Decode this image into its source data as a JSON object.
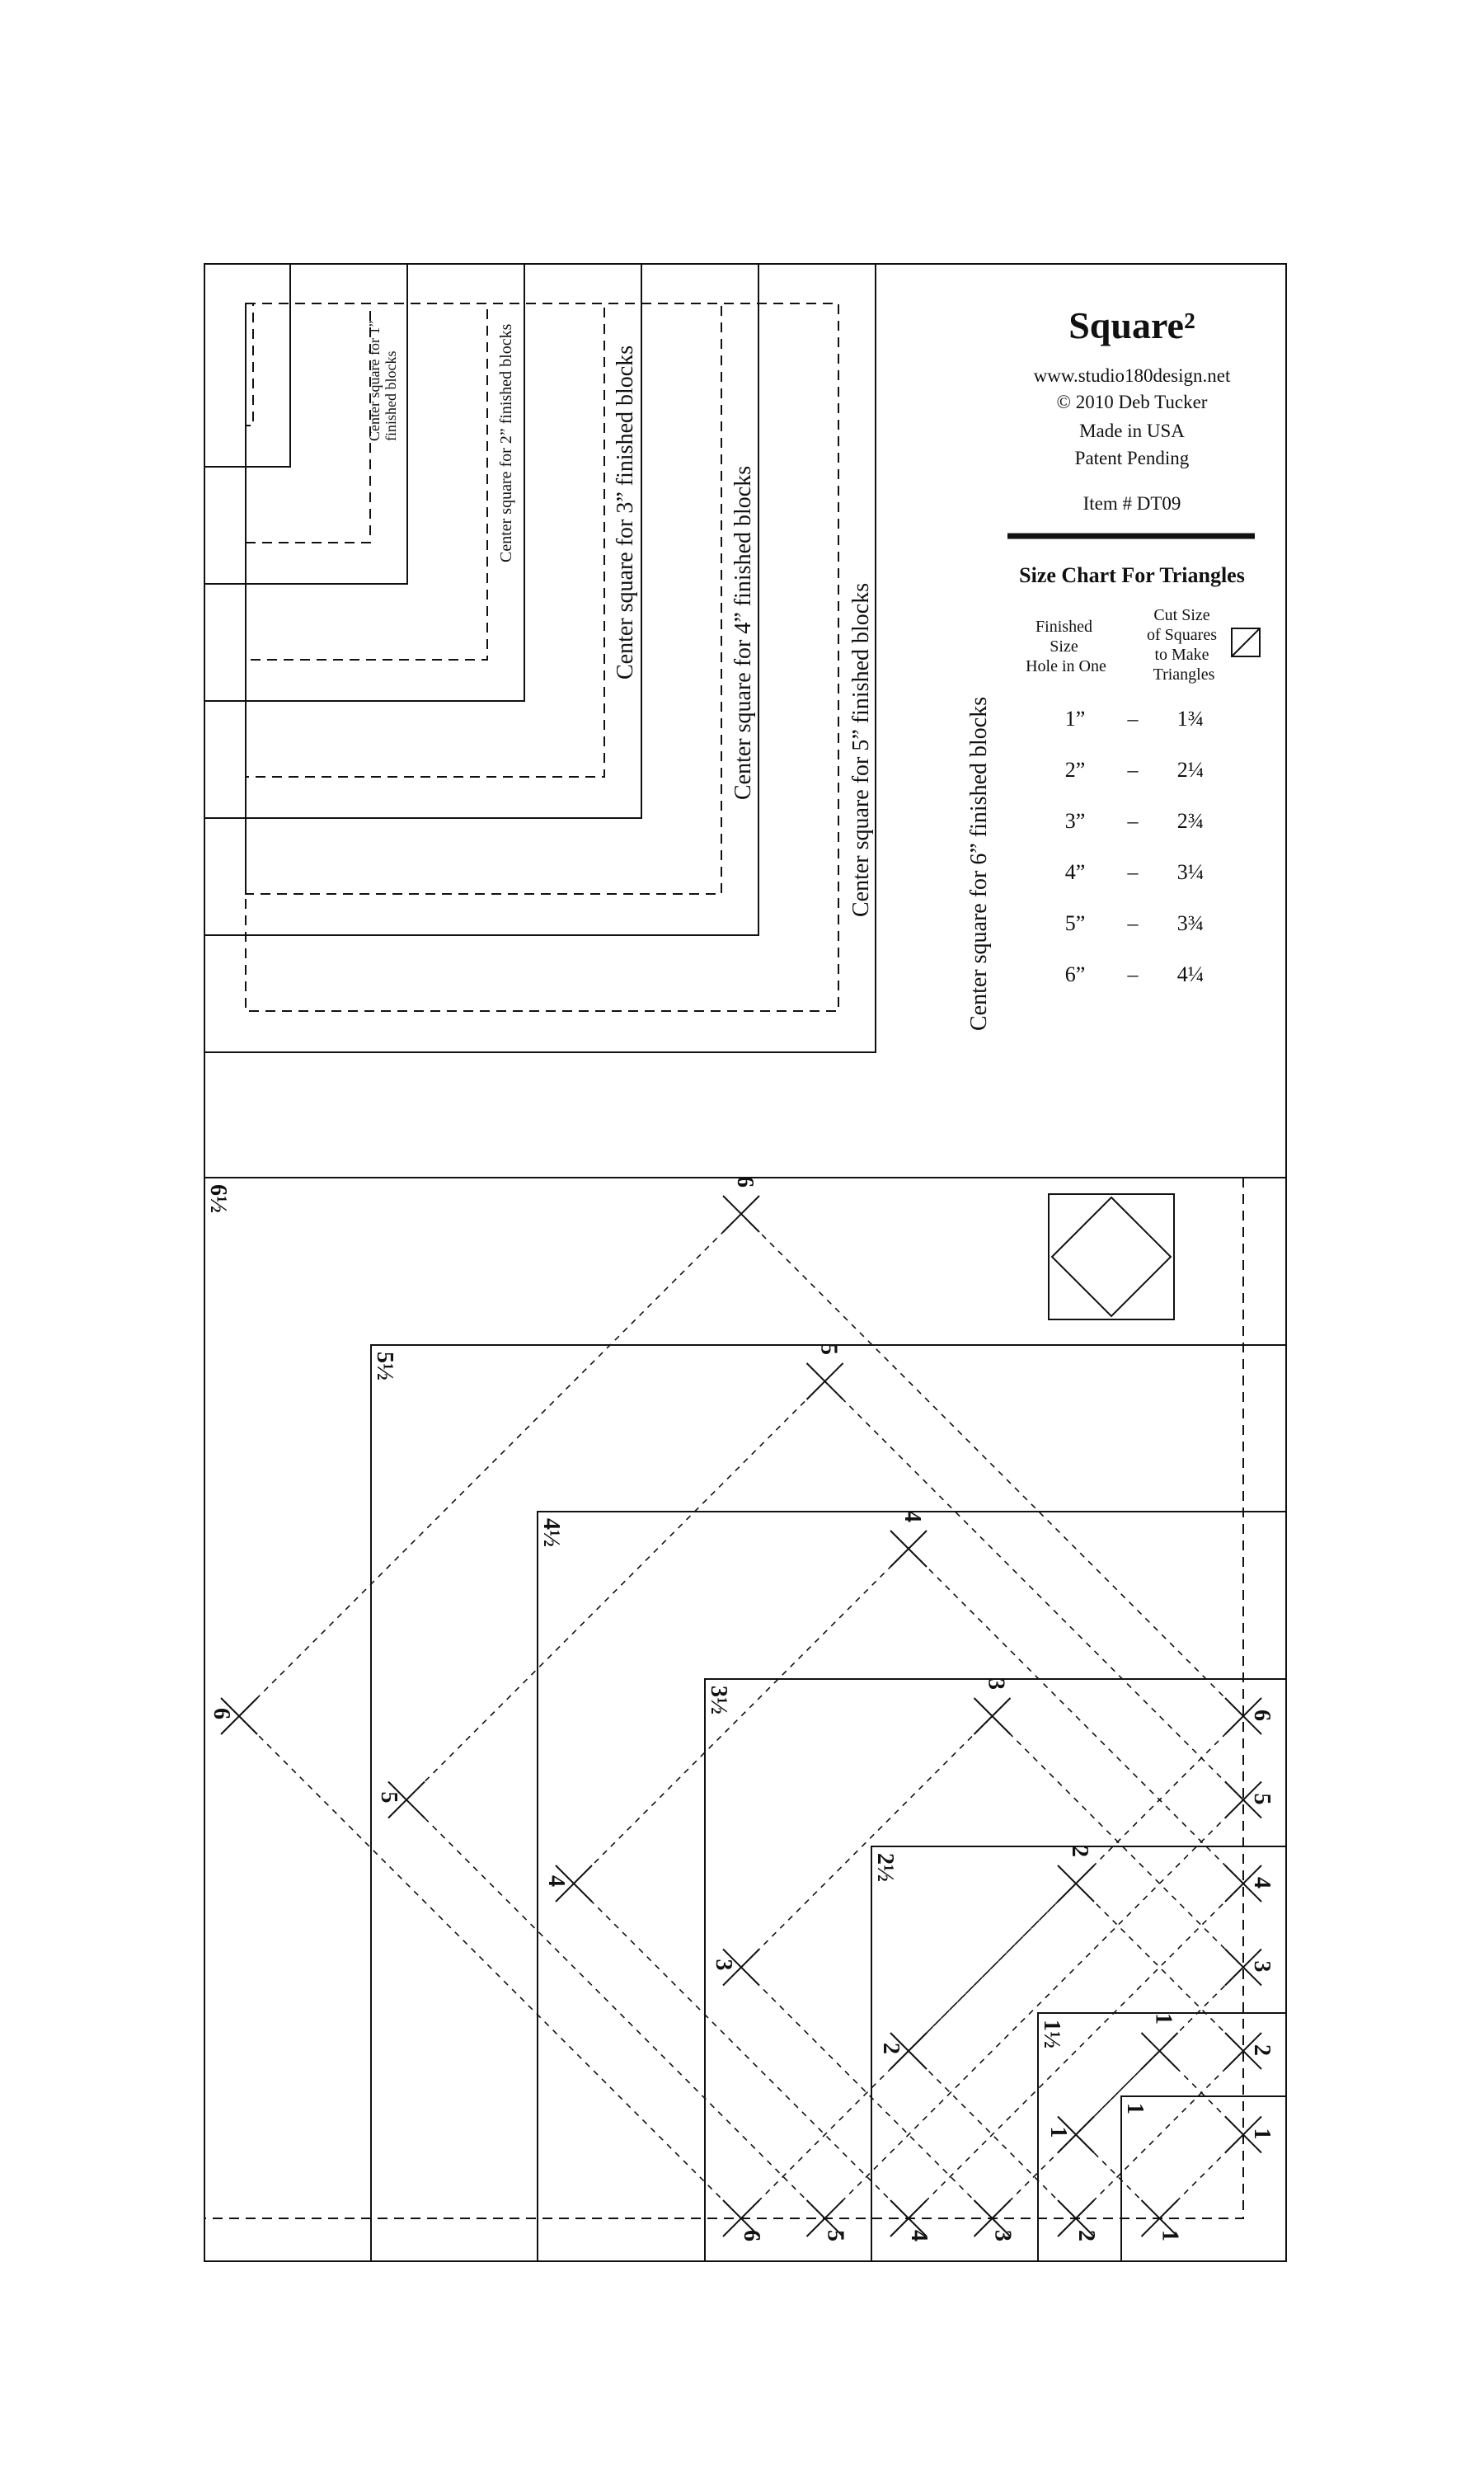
{
  "title": "Square²",
  "info": {
    "website": "www.studio180design.net",
    "copyright": "© 2010 Deb Tucker",
    "made_in": "Made in USA",
    "patent": "Patent Pending",
    "item": "Item # DT09"
  },
  "size_chart": {
    "heading": "Size Chart For Triangles",
    "col1_header": [
      "Finished",
      "Size",
      "Hole in One"
    ],
    "col2_header": [
      "Cut Size",
      "of Squares",
      "to Make",
      "Triangles"
    ],
    "rows": [
      {
        "finished": "1”",
        "dash": "–",
        "cut": "1¾"
      },
      {
        "finished": "2”",
        "dash": "–",
        "cut": "2¼"
      },
      {
        "finished": "3”",
        "dash": "–",
        "cut": "2¾"
      },
      {
        "finished": "4”",
        "dash": "–",
        "cut": "3¼"
      },
      {
        "finished": "5”",
        "dash": "–",
        "cut": "3¾"
      },
      {
        "finished": "6”",
        "dash": "–",
        "cut": "4¼"
      }
    ]
  },
  "center_labels": [
    [
      "Center square for 1”",
      "finished blocks"
    ],
    [
      "Center square for 2” finished blocks"
    ],
    [
      "Center square for 3” finished blocks"
    ],
    [
      "Center square for 4” finished blocks"
    ],
    [
      "Center square for 5” finished blocks"
    ],
    [
      "Center square for 6” finished blocks"
    ]
  ],
  "square_labels": [
    "1",
    "1½",
    "2½",
    "3½",
    "4½",
    "5½",
    "6½"
  ],
  "mark_numbers": [
    "1",
    "2",
    "3",
    "4",
    "5",
    "6"
  ]
}
